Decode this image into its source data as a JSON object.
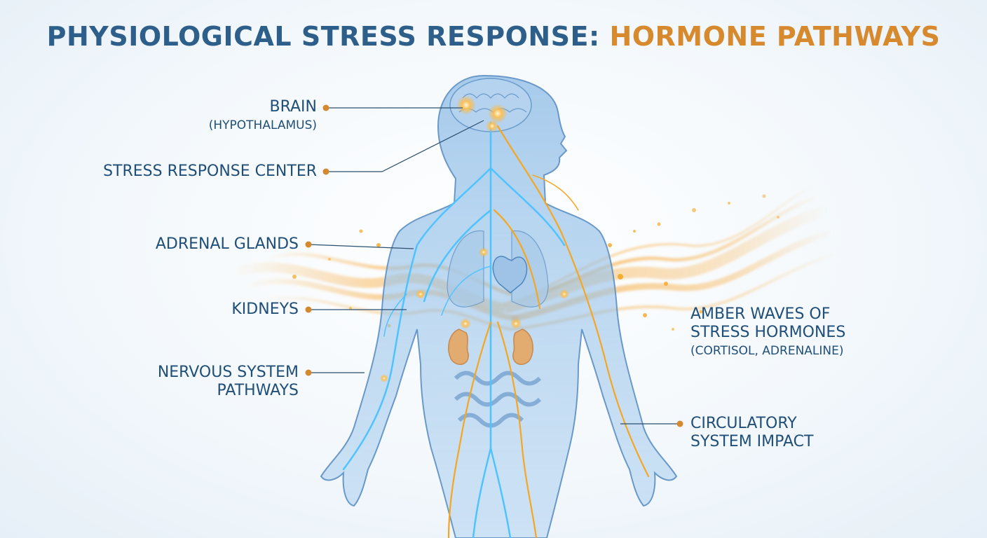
{
  "title": {
    "part1": "PHYSIOLOGICAL STRESS RESPONSE: ",
    "part2": "HORMONE PATHWAYS"
  },
  "labels": {
    "brain": {
      "line1": "BRAIN",
      "line2": "(HYPOTHALAMUS)"
    },
    "stress_center": "STRESS RESPONSE CENTER",
    "adrenal": "ADRENAL GLANDS",
    "kidneys": "KIDNEYS",
    "nervous": {
      "line1": "NERVOUS SYSTEM",
      "line2": "PATHWAYS"
    },
    "hormones": {
      "line1": "AMBER WAVES OF",
      "line2": "STRESS HORMONES",
      "line3": "(CORTISOL, ADRENALINE)"
    },
    "circulatory": {
      "line1": "CIRCULATORY",
      "line2": "SYSTEM IMPACT"
    }
  },
  "colors": {
    "title_blue": "#2d5f8a",
    "title_amber": "#d7892e",
    "label_text": "#1f4e78",
    "leader_dot": "#d4892f",
    "body_fill": "#7fb0dd",
    "nerve_blue": "#4fc3ff",
    "nerve_amber": "#f5a623"
  }
}
